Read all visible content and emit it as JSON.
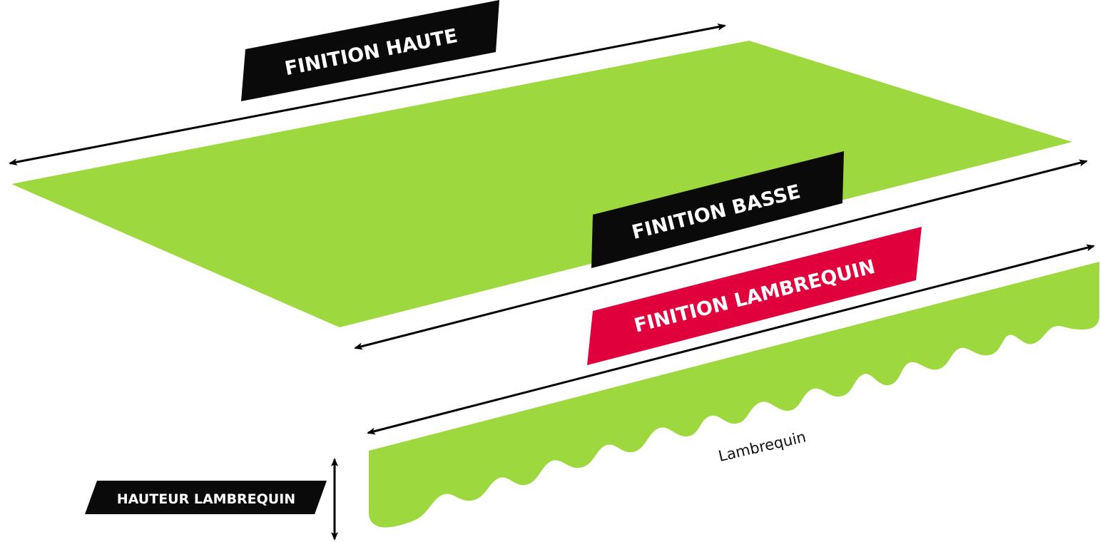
{
  "labels": {
    "finition_haute": "FINITION HAUTE",
    "finition_basse": "FINITION BASSE",
    "finition_lambrequin": "FINITION LAMBREQUIN",
    "hauteur_lambrequin": "HAUTEUR LAMBREQUIN",
    "lambrequin": "Lambrequin"
  },
  "colors": {
    "fabric_green": "#9dd93e",
    "label_black": "#0a0a0a",
    "label_red": "#e0003c",
    "arrow": "#000000"
  }
}
